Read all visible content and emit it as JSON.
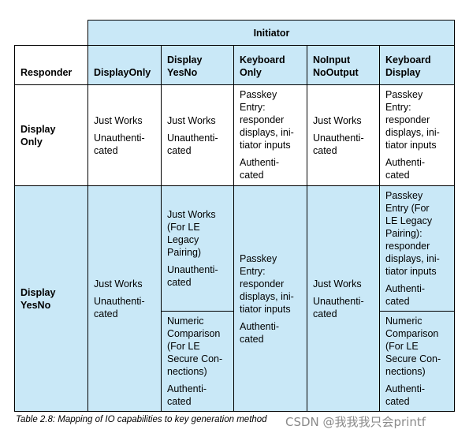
{
  "table": {
    "initiator_label": "Initiator",
    "responder_label": "Responder",
    "columns": [
      "DisplayOnly",
      "Display\nYesNo",
      "Keyboard\nOnly",
      "NoInput\nNoOutput",
      "Keyboard\nDisplay"
    ],
    "rows": [
      {
        "header": "Display\nOnly",
        "cells": [
          [
            "Just Works",
            "Unauthenti-\ncated"
          ],
          [
            "Just Works",
            "Unauthenti-\ncated"
          ],
          [
            "Passkey\nEntry:\nresponder\ndisplays, ini-\ntiator inputs",
            "Authenti-\ncated"
          ],
          [
            "Just Works",
            "Unauthenti-\ncated"
          ],
          [
            "Passkey\nEntry:\nresponder\ndisplays, ini-\ntiator inputs",
            "Authenti-\ncated"
          ]
        ]
      },
      {
        "header": "Display\nYesNo",
        "cells": {
          "display_only": [
            "Just Works",
            "Unauthenti-\ncated"
          ],
          "display_yesno_legacy": [
            "Just Works\n(For LE\nLegacy\nPairing)",
            "Unauthenti-\ncated"
          ],
          "display_yesno_secure": [
            "Numeric\nComparison\n(For LE\nSecure Con-\nnections)",
            "Authenti-\ncated"
          ],
          "keyboard_only": [
            "Passkey\nEntry:\nresponder\ndisplays, ini-\ntiator inputs",
            "Authenti-\ncated"
          ],
          "noinput": [
            "Just Works",
            "Unauthenti-\ncated"
          ],
          "keyboard_display_legacy": [
            "Passkey\nEntry (For\nLE Legacy\nPairing):\nresponder\ndisplays, ini-\ntiator inputs",
            "Authenti-\ncated"
          ],
          "keyboard_display_secure": [
            "Numeric\nComparison\n(For LE\nSecure Con-\nnections)",
            "Authenti-\ncated"
          ]
        }
      }
    ]
  },
  "caption": "Table 2.8:  Mapping of IO capabilities to key generation method",
  "watermark": "CSDN @我我我只会printf",
  "colors": {
    "header_fill": "#c9e8f7",
    "body_fill": "#ffffff",
    "border": "#000000"
  }
}
